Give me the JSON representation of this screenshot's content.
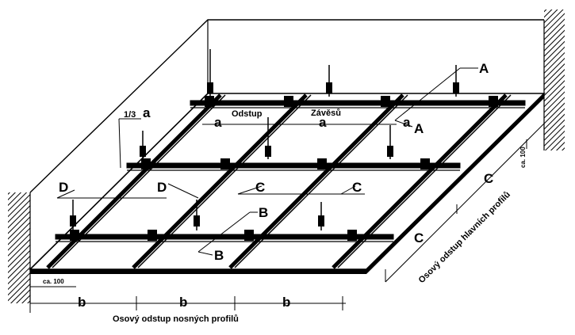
{
  "labels": {
    "A_top": "A",
    "A_mid": "A",
    "B_upper": "B",
    "B_lower": "B",
    "C_left": "C",
    "C_right": "C",
    "C_side_upper": "C",
    "C_side_lower": "C",
    "D_left": "D",
    "D_right": "D",
    "a_third": "a",
    "a_left": "a",
    "a_center": "a",
    "a_right": "a",
    "b_1": "b",
    "b_2": "b",
    "b_3": "b",
    "frac": "1/3",
    "ca_bottom": "ca. 100",
    "ca_right": "ca. 100",
    "odstup": "Odstup",
    "zavesu": "Závěsů",
    "bearing_spacing": "Osový odstup nosných profilů",
    "main_spacing": "Osový odstup hlavních profilů"
  },
  "colors": {
    "ink": "#000000",
    "paper": "#ffffff"
  }
}
